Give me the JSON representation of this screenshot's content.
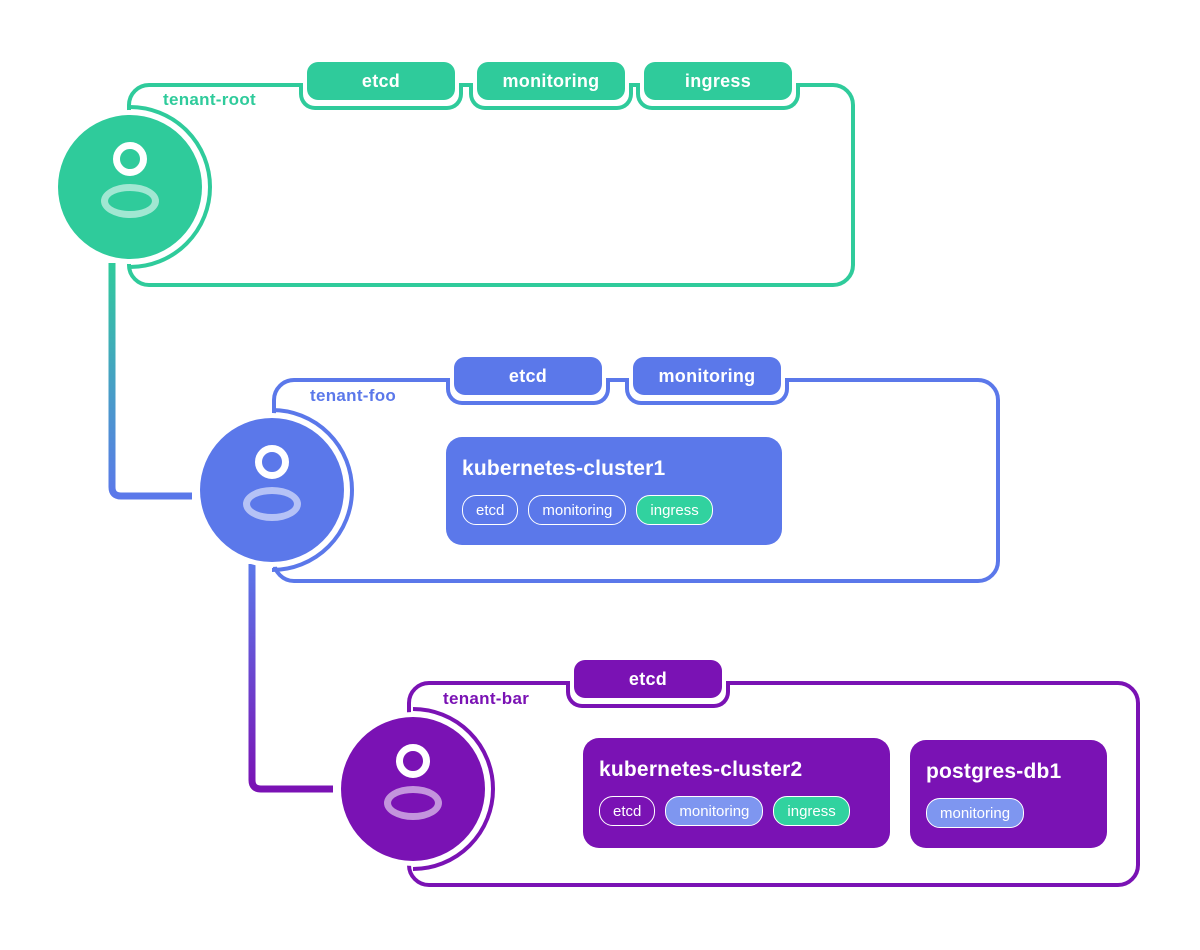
{
  "diagram": {
    "background": "#ffffff",
    "colors": {
      "green": "#2fcb9b",
      "blue": "#5b78ea",
      "light_blue": "#7e96f0",
      "purple": "#7a12b4",
      "badge_green": "#31d29f"
    },
    "tenants": [
      {
        "label": "tenant-root",
        "color": "#2fcb9b",
        "tabs": [
          "etcd",
          "monitoring",
          "ingress"
        ],
        "workloads": []
      },
      {
        "label": "tenant-foo",
        "color": "#5b78ea",
        "tabs": [
          "etcd",
          "monitoring"
        ],
        "workloads": [
          {
            "title": "kubernetes-cluster1",
            "badges": [
              {
                "label": "etcd",
                "fill": "transparent"
              },
              {
                "label": "monitoring",
                "fill": "transparent"
              },
              {
                "label": "ingress",
                "fill": "#31d29f"
              }
            ]
          }
        ]
      },
      {
        "label": "tenant-bar",
        "color": "#7a12b4",
        "tabs": [
          "etcd"
        ],
        "workloads": [
          {
            "title": "kubernetes-cluster2",
            "badges": [
              {
                "label": "etcd",
                "fill": "transparent"
              },
              {
                "label": "monitoring",
                "fill": "#7e96f0"
              },
              {
                "label": "ingress",
                "fill": "#31d29f"
              }
            ]
          },
          {
            "title": "postgres-db1",
            "badges": [
              {
                "label": "monitoring",
                "fill": "#7e96f0"
              }
            ]
          }
        ]
      }
    ],
    "connectors": [
      {
        "from": "tenant-root",
        "to": "tenant-foo",
        "gradient": [
          "#2fcb9b",
          "#5b78ea"
        ]
      },
      {
        "from": "tenant-foo",
        "to": "tenant-bar",
        "gradient": [
          "#5b78ea",
          "#7a12b4"
        ]
      }
    ]
  }
}
